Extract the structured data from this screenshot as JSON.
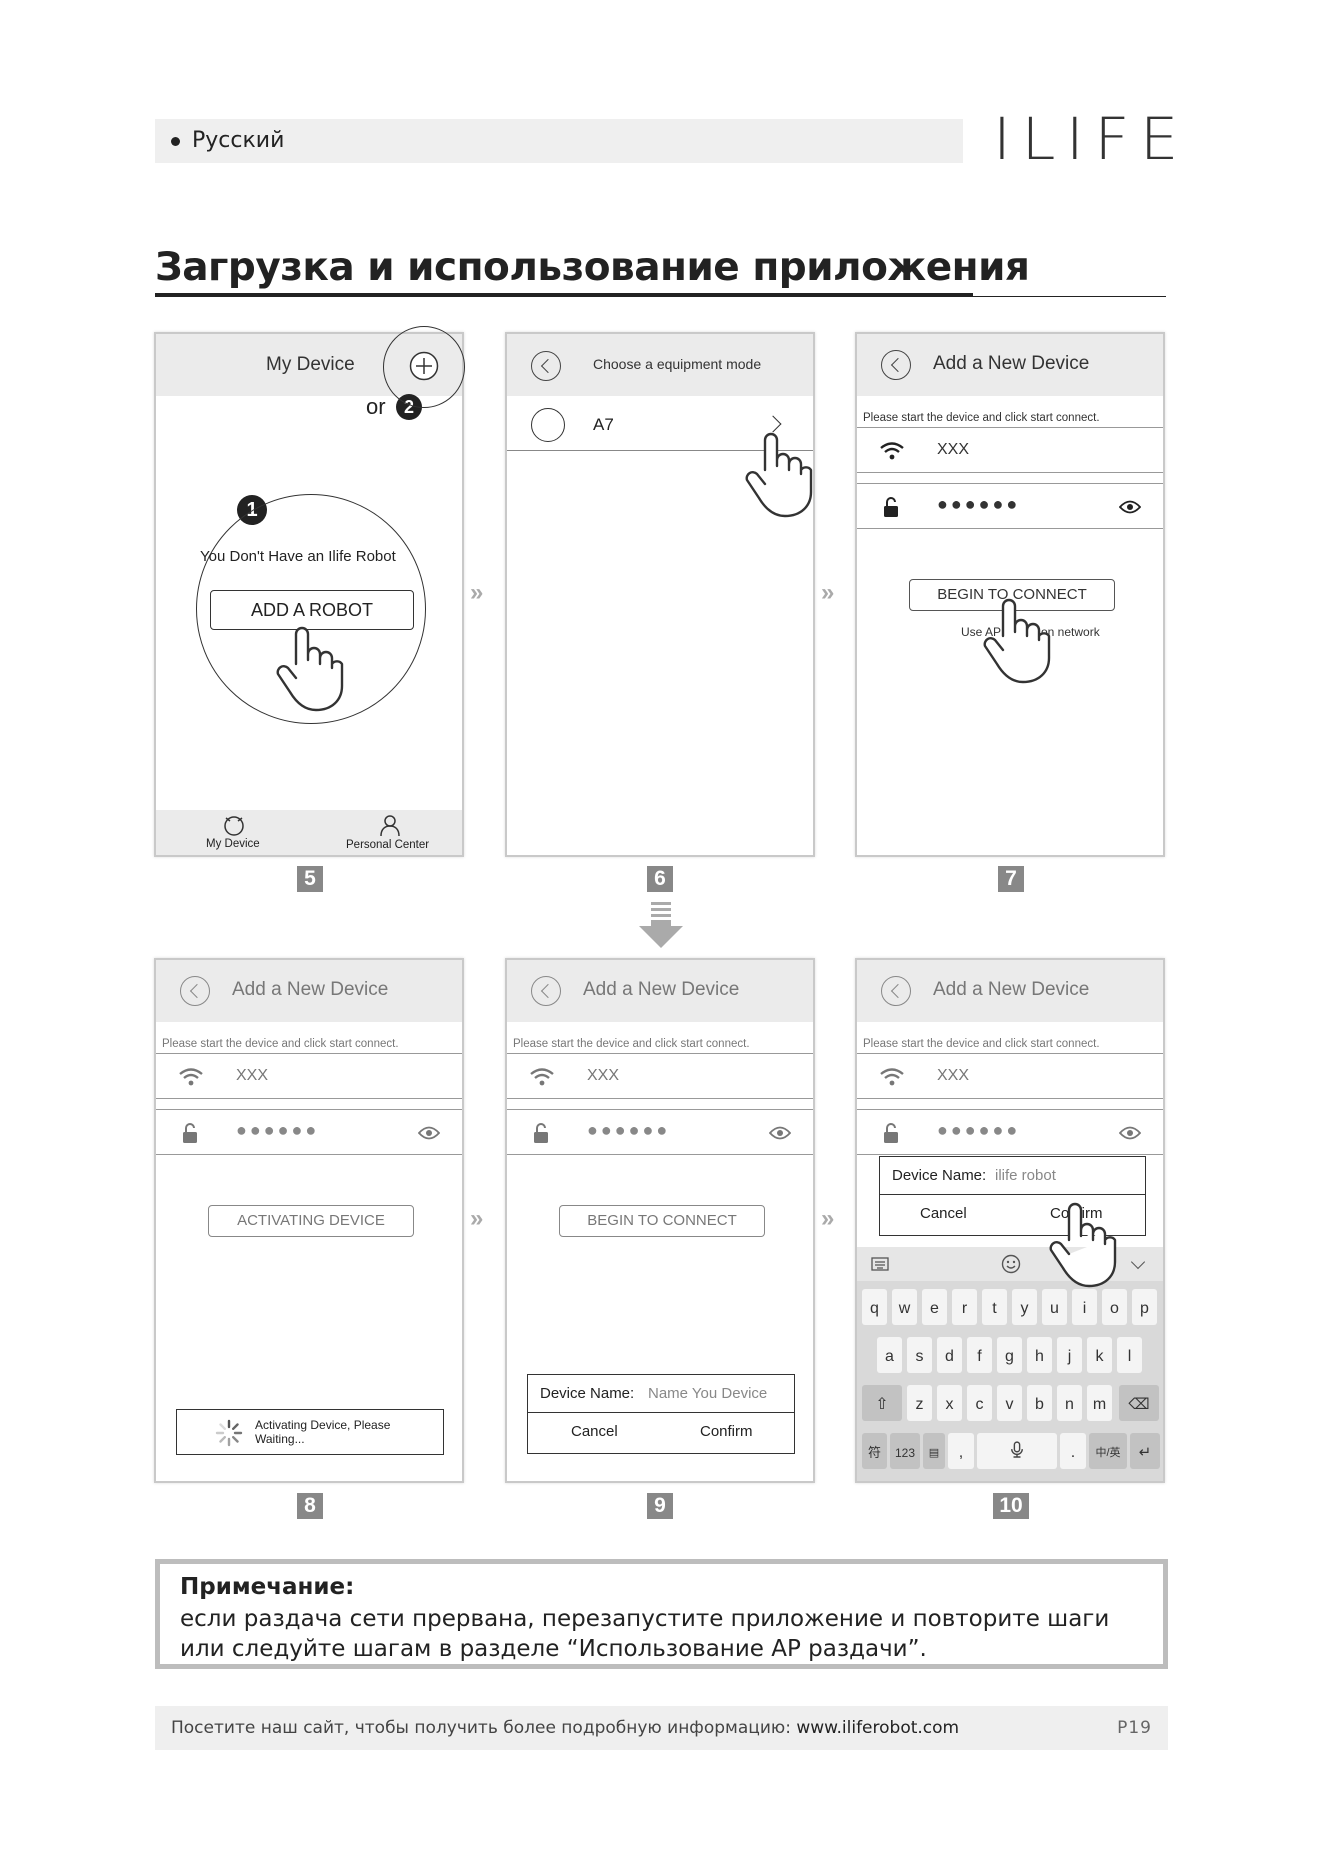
{
  "header": {
    "language": "Русский",
    "brand": "ILIFE"
  },
  "title": "Загрузка и использование приложения",
  "screens": {
    "s5": {
      "title": "My Device",
      "or_label": "or",
      "badge1": "1",
      "badge2": "2",
      "empty_text": "You Don't Have an Ilife Robot",
      "add_button": "ADD A ROBOT",
      "tab1": "My Device",
      "tab2": "Personal Center",
      "step": "5"
    },
    "s6": {
      "title": "Choose a equipment mode",
      "item": "A7",
      "step": "6"
    },
    "s7": {
      "title": "Add a New Device",
      "hint": "Please start the device and click start connect.",
      "ssid": "XXX",
      "password": "●●●●●●",
      "button": "BEGIN TO CONNECT",
      "ap_text_left": "Use AP",
      "ap_text_right": "on network",
      "step": "7"
    },
    "s8": {
      "title": "Add a New Device",
      "hint": "Please start the device and click start connect.",
      "ssid": "XXX",
      "password": "●●●●●●",
      "button": "ACTIVATING DEVICE",
      "status_line1": "Activating Device, Please",
      "status_line2": "Waiting...",
      "step": "8"
    },
    "s9": {
      "title": "Add a New Device",
      "hint": "Please start the device and click start connect.",
      "ssid": "XXX",
      "password": "●●●●●●",
      "button": "BEGIN TO CONNECT",
      "dialog_label": "Device Name:",
      "dialog_placeholder": "Name You Device",
      "cancel": "Cancel",
      "confirm": "Confirm",
      "step": "9"
    },
    "s10": {
      "title": "Add a New Device",
      "hint": "Please start the device and click start connect.",
      "ssid": "XXX",
      "password": "●●●●●●",
      "dialog_label": "Device Name:",
      "dialog_value": "ilife robot",
      "cancel": "Cancel",
      "confirm": "Confirm",
      "step": "10",
      "keyboard": {
        "row1": [
          "q",
          "w",
          "e",
          "r",
          "t",
          "y",
          "u",
          "i",
          "o",
          "p"
        ],
        "row2": [
          "a",
          "s",
          "d",
          "f",
          "g",
          "h",
          "j",
          "k",
          "l"
        ],
        "row3": [
          "z",
          "x",
          "c",
          "v",
          "b",
          "n",
          "m"
        ],
        "row4": [
          "符",
          "123",
          ",",
          ".",
          "中/英"
        ]
      }
    }
  },
  "note": {
    "title": "Примечание:",
    "body": "если раздача сети прервана, перезапустите приложение и повторите шаги или следуйте шагам в разделе “Использование AP раздачи”."
  },
  "footer": {
    "text": "Посетите наш сайт, чтобы получить более подробную информацию: ",
    "url": "www.iliferobot.com",
    "page": "P19"
  }
}
